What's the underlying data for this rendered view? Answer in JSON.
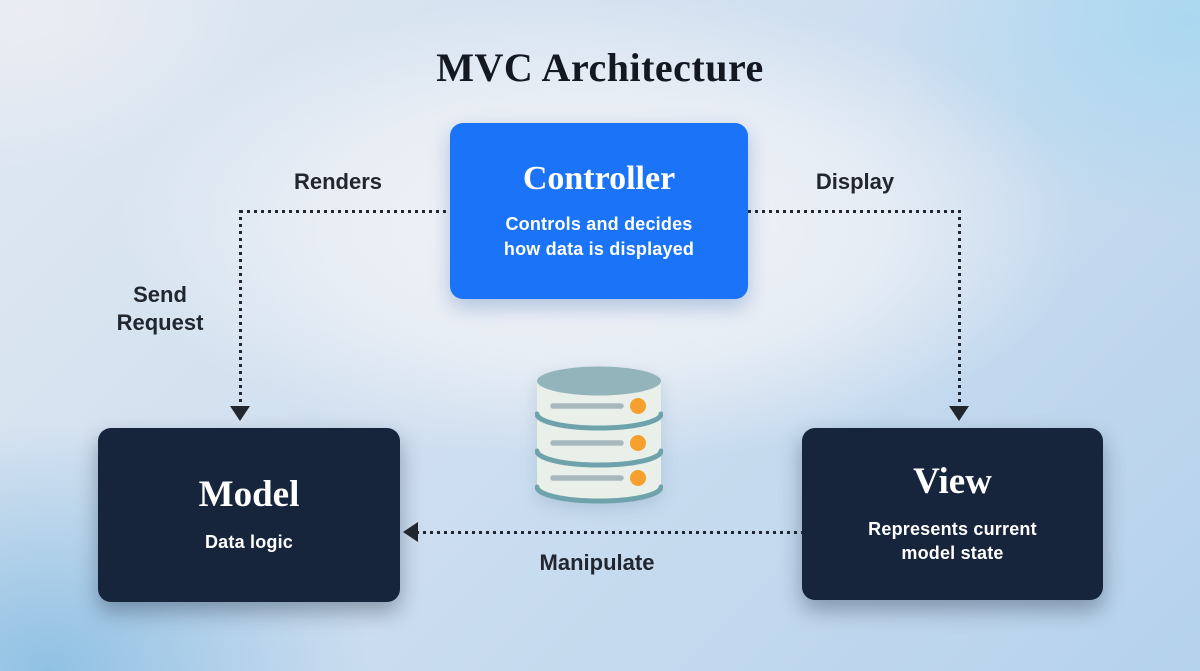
{
  "title": "MVC Architecture",
  "nodes": {
    "controller": {
      "label": "Controller",
      "description": "Controls and decides\nhow data is displayed",
      "bg_color": "#1b74f8",
      "text_color": "#ffffff"
    },
    "model": {
      "label": "Model",
      "description": "Data logic",
      "bg_color": "#16243c",
      "text_color": "#ffffff"
    },
    "view": {
      "label": "View",
      "description": "Represents current\nmodel state",
      "bg_color": "#16243c",
      "text_color": "#ffffff"
    }
  },
  "edges": {
    "controller_to_model": {
      "from": "Controller",
      "to": "Model",
      "style": "dotted",
      "label_top": "Renders",
      "label_side": "Send\nRequest"
    },
    "controller_to_view": {
      "from": "Controller",
      "to": "View",
      "style": "dotted",
      "label": "Display"
    },
    "view_to_model": {
      "from": "View",
      "to": "Model",
      "style": "dotted",
      "label": "Manipulate"
    }
  },
  "icons": {
    "database": "database-icon"
  },
  "colors": {
    "controller_bg": "#1b74f8",
    "model_view_bg": "#16243c",
    "box_text": "#ffffff",
    "title_color": "#131821",
    "edge_color": "#22262e",
    "bg_corner_blue": "#8fc0e4",
    "bg_center": "#f1f3f6",
    "db_body": "#e9efe9",
    "db_top": "#93b4ba",
    "db_band": "#6fa3ac",
    "db_line": "#a9b8bf",
    "db_dot": "#f6a02d"
  }
}
